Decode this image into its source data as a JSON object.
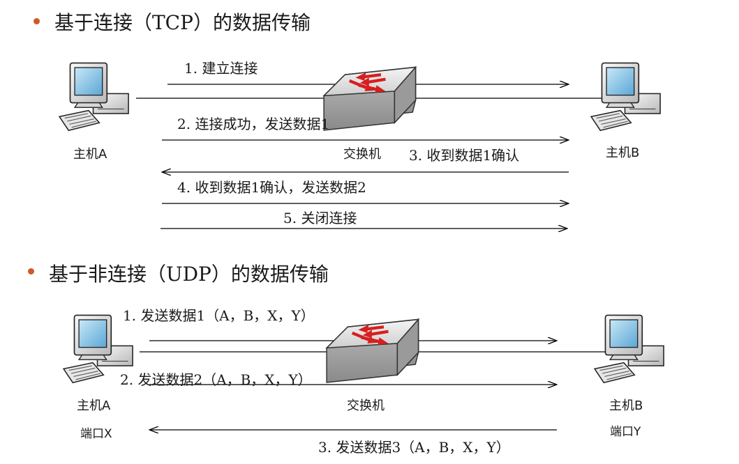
{
  "colors": {
    "bullet": "#d2572a",
    "switch_arrow": "#d81e1e",
    "line": "#000000"
  },
  "tcp": {
    "heading": "基于连接（TCP）的数据传输",
    "host_a": "主机A",
    "host_b": "主机B",
    "switch": "交换机",
    "steps": [
      "1. 建立连接",
      "2. 连接成功，发送数据1",
      "3. 收到数据1确认",
      "4. 收到数据1确认，发送数据2",
      "5. 关闭连接"
    ]
  },
  "udp": {
    "heading": "基于非连接（UDP）的数据传输",
    "host_a": "主机A",
    "host_b": "主机B",
    "switch": "交换机",
    "port_x": "端口X",
    "port_y": "端口Y",
    "steps": [
      "1. 发送数据1（A，B，X，Y）",
      "2. 发送数据2（A，B，X，Y）",
      "3. 发送数据3（A，B，X，Y）"
    ]
  }
}
